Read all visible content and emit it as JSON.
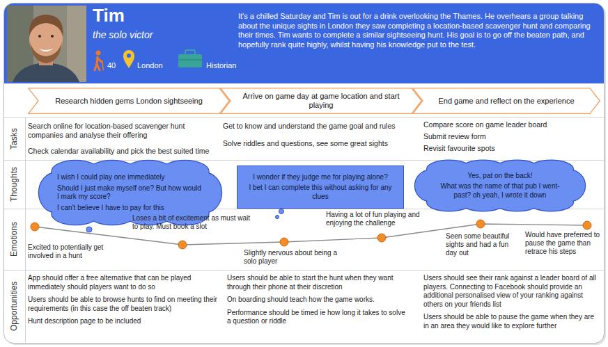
{
  "diagram": {
    "title": "Tim",
    "nodes": [
      {
        "text": [
          "It's a chilled Saturday and Tim is out for a drink overlooking the Thames. He overhears a group talking about the unique sights in London they saw completing a location-based scavenger hunt and comparing their times. Tim wants to complete a similar sightseeing hunt. His goal is to go off the beaten path, and hopefully rank quite highly, whilst having his knowledge put to the test."
        ]
      },
      {
        "text": [
          "Research hidden gems London sightseeing"
        ]
      },
      {
        "text": [
          "Arrive on game day at game location and start playing"
        ]
      },
      {
        "text": [
          "End game and reflect on the experience"
        ]
      },
      {
        "text": [
          "I wish I could play one immediately",
          "Should I just make myself one? But how would I mark my score?",
          "I can't believe I have to pay for this"
        ]
      },
      {
        "text": [
          "I wonder if they judge me for playing alone?",
          "I bet I can complete this without asking for any clues"
        ]
      },
      {
        "text": [
          "Yes, pat on the back!",
          "What was the name of that pub I went-past? oh yeah, I wrote it down"
        ]
      }
    ],
    "labels": [
      "the solo victor",
      "40",
      "London",
      "Historian",
      "Tasks",
      "Thoughts",
      "Emotions",
      "Opportunities",
      "Search online for location-based scavenger hunt companies and analyse their offering",
      "Check calendar availability and pick the best suited time",
      "Get to know and understand the game goal and rules",
      "Solve riddles and questions, see some great sights",
      "Compare score on game leader board",
      "Submit review form",
      "Revisit favourite spots",
      "Excited to potentially get involved in a hunt",
      "Loses a bit of excitement as must wait to play. Must book a slot",
      "Slightly nervous about being a solo player",
      "Having a lot of fun playing and enjoying the challenge",
      "Seen some beautiful sights and had a fun day out",
      "Would have preferred to pause the game than retrace his steps",
      "App should offer a free alternative that can be played immediately should players want to do so",
      "Users should be able to browse hunts to find on meeting their requirements (in this case the off beaten track)",
      "Hunt description page to be included",
      "Users should be able to start the hunt when they want through their phone at their discretion",
      "On boarding should teach how the game works.",
      "Performance should be timed ie how long it takes to solve a question or riddle",
      "Users should see their rank against a leader board of all players. Connecting to Facebook should provide an additional personalised view of your ranking against others on your friends list",
      "Users should be able to pause the game when they are in an area they would like to explore further"
    ]
  }
}
